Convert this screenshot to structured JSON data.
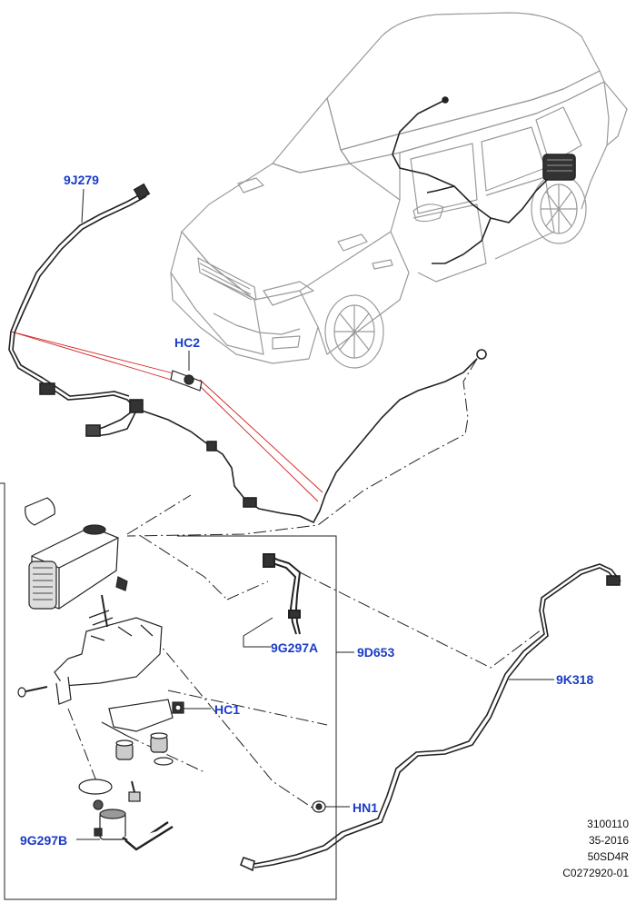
{
  "callouts": {
    "hose_9j279": "9J279",
    "clip_hc2": "HC2",
    "hose_9g297a": "9G297A",
    "hose_9d653": "9D653",
    "clip_hc1": "HC1",
    "hose_9k318": "9K318",
    "nut_hn1": "HN1",
    "filter_9g297b": "9G297B"
  },
  "reference": {
    "line1": "3100110",
    "line2": "35-2016",
    "line3": "50SD4R",
    "line4": "C0272920-01"
  },
  "colors": {
    "callout": "#1a3cc8",
    "leader_red": "#d21e1e",
    "line": "#222222",
    "car_outline": "#9a9a9a"
  }
}
